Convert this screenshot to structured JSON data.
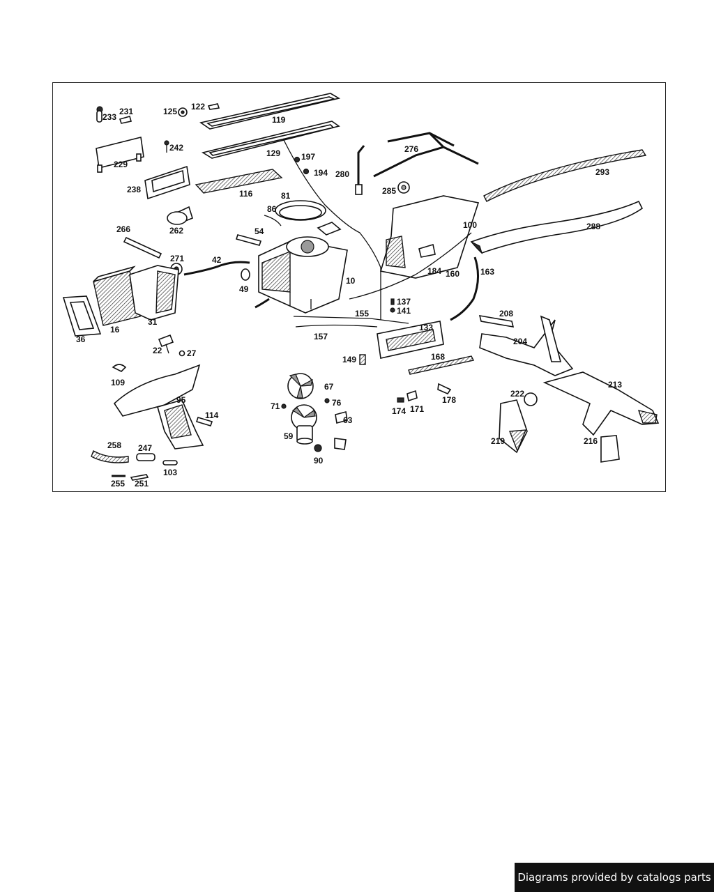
{
  "diagram": {
    "callouts": [
      "233",
      "231",
      "125",
      "122",
      "119",
      "129",
      "197",
      "194",
      "276",
      "280",
      "285",
      "293",
      "242",
      "229",
      "238",
      "116",
      "81",
      "86",
      "262",
      "54",
      "266",
      "271",
      "42",
      "49",
      "10",
      "100",
      "288",
      "184",
      "160",
      "163",
      "36",
      "16",
      "31",
      "22",
      "27",
      "137",
      "141",
      "155",
      "157",
      "133",
      "208",
      "204",
      "149",
      "168",
      "109",
      "95",
      "114",
      "67",
      "71",
      "76",
      "63",
      "59",
      "90",
      "174",
      "171",
      "178",
      "222",
      "213",
      "219",
      "216",
      "258",
      "247",
      "103",
      "255",
      "251"
    ]
  },
  "footer": {
    "credit": "Diagrams provided by catalogs parts"
  }
}
